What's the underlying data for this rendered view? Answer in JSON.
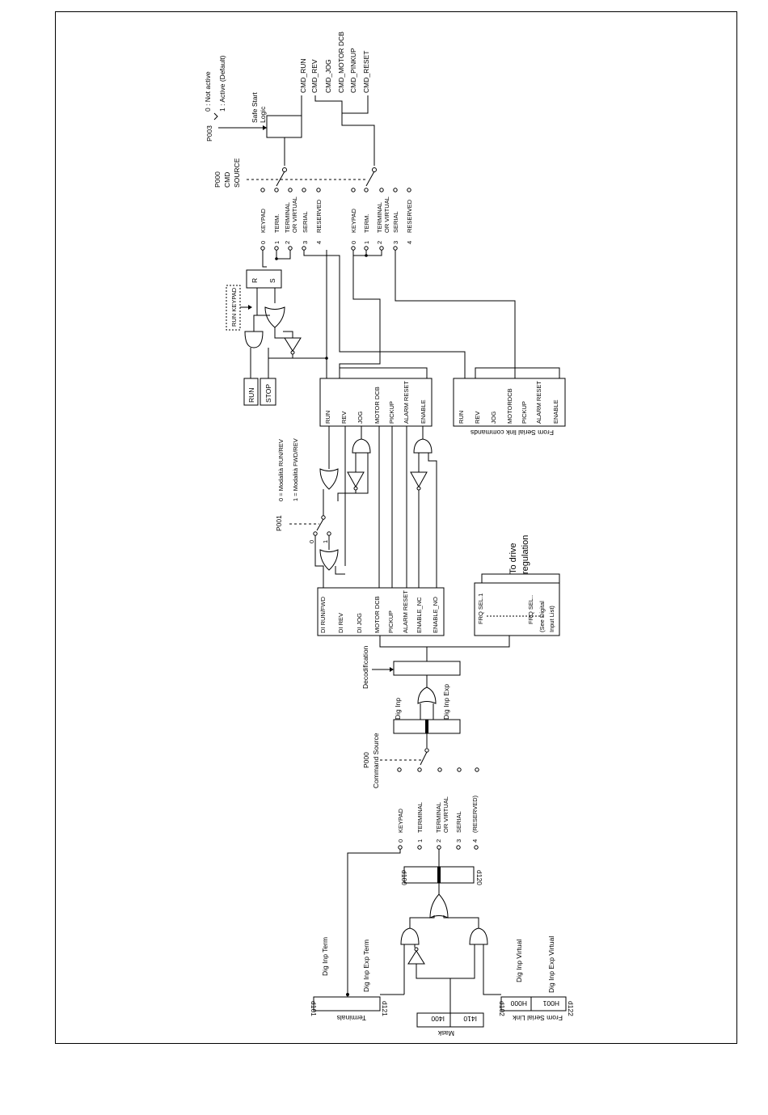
{
  "p003": {
    "param": "P003",
    "opt0": "0 : Not active",
    "opt1": "1 : Active (Default)",
    "logic_line1": "Safe Start",
    "logic_line2": "Logic"
  },
  "cmd_outputs": [
    "CMD_RUN",
    "CMD_REV",
    "CMD_JOG",
    "CMD_MOTOR DCB",
    "CMD_PINKUP",
    "CMD_RESET"
  ],
  "p000_top": {
    "param": "P000",
    "line2": "CMD",
    "line3": "SOURCE"
  },
  "source_options_a": [
    {
      "num": "0",
      "label": "KEYPAD"
    },
    {
      "num": "1",
      "label": "TERM."
    },
    {
      "num": "2",
      "label": "TERMINAL"
    },
    {
      "num": "",
      "label": "OR VIRTUAL"
    },
    {
      "num": "",
      "label": "SERIAL"
    },
    {
      "num": "3",
      "label": "RESERVED"
    },
    {
      "num": "4",
      "label": ""
    }
  ],
  "source_options_b": [
    {
      "num": "0",
      "label": "KEYPAD"
    },
    {
      "num": "1",
      "label": "TERM."
    },
    {
      "num": "2",
      "label": "TERMINAL"
    },
    {
      "num": "",
      "label": "OR VIRTUAL"
    },
    {
      "num": "",
      "label": "SERIAL"
    },
    {
      "num": "3",
      "label": ""
    },
    {
      "num": "4",
      "label": "RESERVED"
    }
  ],
  "rs": {
    "r": "R",
    "s": "S"
  },
  "run_keypad": "RUN KEYPAD",
  "keys": {
    "run": "RUN",
    "stop": "STOP"
  },
  "cmd_block": [
    "RUN",
    "REV",
    "JOG",
    "MOTOR DCB",
    "PICKUP",
    "ALARM RESET",
    "ENABLE"
  ],
  "serial_block": {
    "items": [
      "RUN",
      "REV",
      "JOG",
      "MOTORDCB",
      "PICKUP",
      "ALARM RESET",
      "ENABLE"
    ],
    "title": "From Serial link commands"
  },
  "p001": {
    "param": "P001",
    "opt0": "0 = Modalità RUN/REV",
    "opt1": "1 = Modalità FWD/REV",
    "pos0": "0",
    "pos1": "1"
  },
  "di_block": [
    "DI RUN/FWD",
    "DI REV",
    "DI JOG",
    "MOTOR DCB",
    "PICKUP",
    "ALARM RESET",
    "ENABLE_NC",
    "ENABLE_NO"
  ],
  "frq_block": {
    "item1": "FRQ SEL.1",
    "item2": "FRQ SEL..",
    "note1": "(See Digital",
    "note2": "Input List)",
    "to1": "To drive",
    "to2": "regulation"
  },
  "decodification": "Decodification",
  "dig_inp": "Dig Inp",
  "dig_inp_exp": "Dig Inp Exp",
  "p000_bottom": {
    "param": "P000",
    "label": "Command Source"
  },
  "bottom_sources": [
    {
      "num": "0",
      "label": "KEYPAD"
    },
    {
      "num": "1",
      "label": "TERMINAL"
    },
    {
      "num": "2",
      "label": "TERMINAL"
    },
    {
      "num": "",
      "label": "OR VIRTUAL"
    },
    {
      "num": "3",
      "label": "SERIAL"
    },
    {
      "num": "4",
      "label": "(RESERVED)"
    }
  ],
  "d100": "d100",
  "d120": "d120",
  "terminals": {
    "label": "Terminals",
    "d101": "d101",
    "d121": "d121",
    "term": "Dig Inp Term",
    "exp": "Dig Inp Exp Term"
  },
  "mask": {
    "label": "Mask",
    "i400": "I400",
    "i410": "I410"
  },
  "serial_link": {
    "label": "From Serial Link",
    "d102": "d102",
    "d122": "d122",
    "h000": "H000",
    "h001": "H001",
    "virt": "Dig Inp Virtual",
    "expvirt": "Dig Inp Exp Virtual"
  }
}
